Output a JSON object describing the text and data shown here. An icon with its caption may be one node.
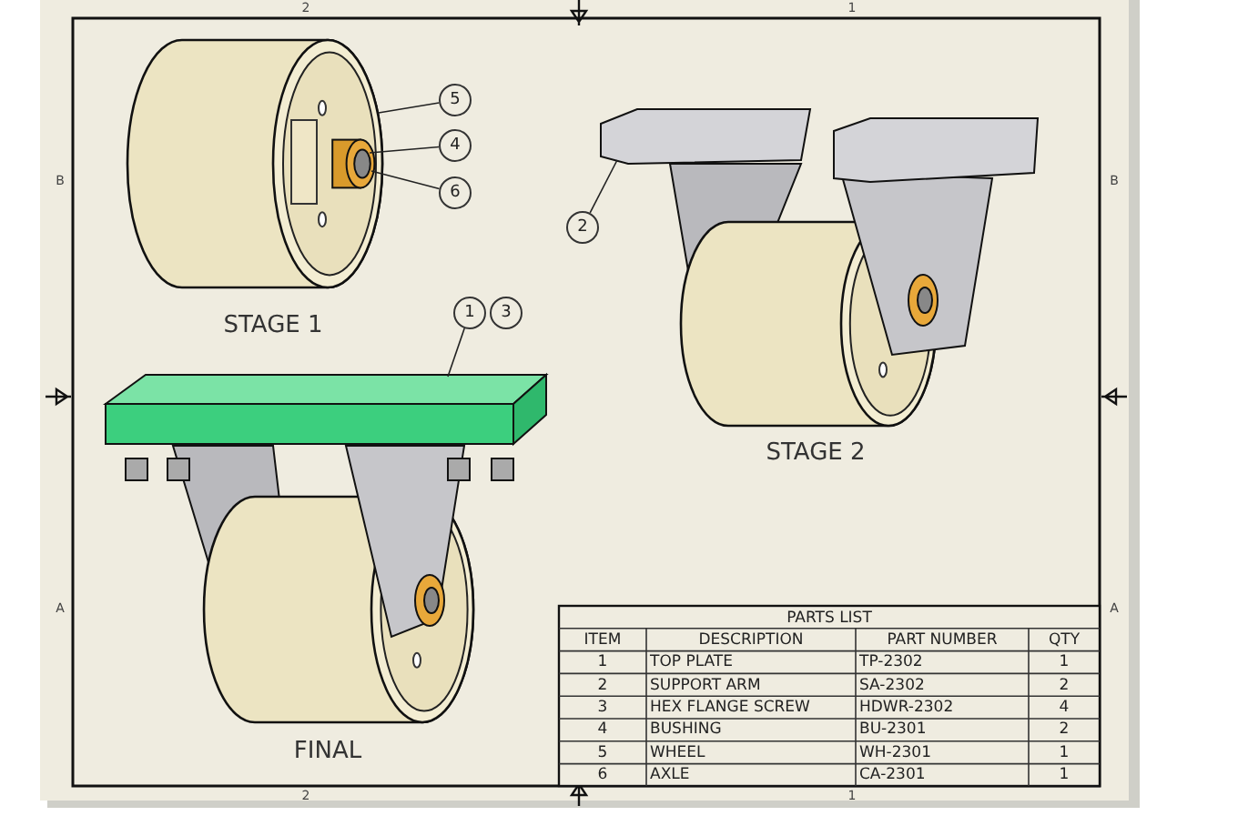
{
  "diagram": {
    "nodes": [
      {
        "text": [
          "5"
        ]
      },
      {
        "text": [
          "4"
        ]
      },
      {
        "text": [
          "6"
        ]
      },
      {
        "text": [
          "2"
        ]
      },
      {
        "text": [
          "1"
        ]
      },
      {
        "text": [
          "3"
        ]
      }
    ],
    "edges": [
      {
        "from": 0,
        "to": null,
        "arrow": "none"
      },
      {
        "from": 1,
        "to": null,
        "arrow": "none"
      },
      {
        "from": 2,
        "to": null,
        "arrow": "none"
      },
      {
        "from": 3,
        "to": null,
        "arrow": "none"
      },
      {
        "from": 4,
        "to": null,
        "arrow": "none"
      }
    ],
    "labels": [
      "2",
      "1",
      "B",
      "B",
      "STAGE 1",
      "STAGE 2",
      "A",
      "A",
      "FINAL",
      "PARTS LIST",
      "ITEM",
      "DESCRIPTION",
      "PART NUMBER",
      "QTY",
      "1",
      "TOP PLATE",
      "TP-2302",
      "1",
      "2",
      "SUPPORT ARM",
      "SA-2302",
      "2",
      "3",
      "HEX FLANGE SCREW",
      "HDWR-2302",
      "4",
      "4",
      "BUSHING",
      "BU-2301",
      "2",
      "5",
      "WHEEL",
      "WH-2301",
      "1",
      "6",
      "AXLE",
      "CA-2301",
      "1",
      "2",
      "1"
    ]
  }
}
